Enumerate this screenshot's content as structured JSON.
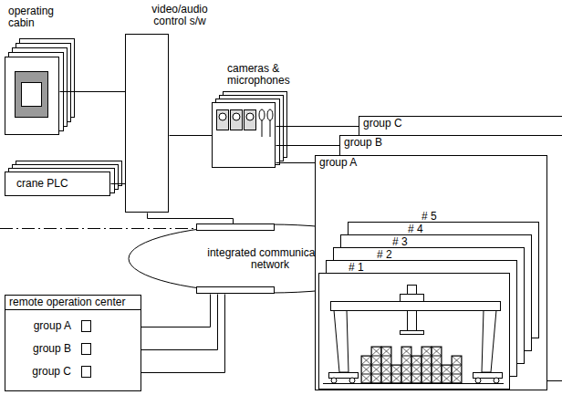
{
  "diagram": {
    "nodes": [
      {
        "text": [
          "operating cabin"
        ]
      },
      {
        "text": [
          "video/audio control s/w"
        ]
      },
      {
        "text": [
          "cameras & microphones"
        ]
      },
      {
        "text": [
          "crane PLC"
        ]
      },
      {
        "text": [
          "integrated communication network"
        ]
      },
      {
        "text": [
          "remote operation center"
        ]
      },
      {
        "text": [
          "group A"
        ],
        "in": 5
      },
      {
        "text": [
          "group B"
        ],
        "in": 5
      },
      {
        "text": [
          "group C"
        ],
        "in": 5
      },
      {
        "text": [
          "group C"
        ]
      },
      {
        "text": [
          "group B"
        ]
      },
      {
        "text": [
          "group A"
        ]
      },
      {
        "text": [
          "# 1"
        ],
        "in": 11
      },
      {
        "text": [
          "# 2"
        ],
        "in": 11
      },
      {
        "text": [
          "# 3"
        ],
        "in": 11
      },
      {
        "text": [
          "# 4"
        ],
        "in": 11
      },
      {
        "text": [
          "# 5"
        ],
        "in": 11
      }
    ],
    "edges": [
      {
        "from": 0,
        "to": 1,
        "arrow": "none"
      },
      {
        "from": 3,
        "to": 1,
        "arrow": "none"
      },
      {
        "from": 1,
        "to": 2,
        "arrow": "none"
      },
      {
        "from": 1,
        "to": 4,
        "arrow": "none"
      },
      {
        "from": 4,
        "to": 6,
        "arrow": "none"
      },
      {
        "from": 4,
        "to": 7,
        "arrow": "none"
      },
      {
        "from": 4,
        "to": 8,
        "arrow": "none"
      },
      {
        "from": 2,
        "to": 9,
        "arrow": "none"
      },
      {
        "from": 2,
        "to": 10,
        "arrow": "none"
      },
      {
        "from": 2,
        "to": 11,
        "arrow": "none"
      }
    ]
  }
}
